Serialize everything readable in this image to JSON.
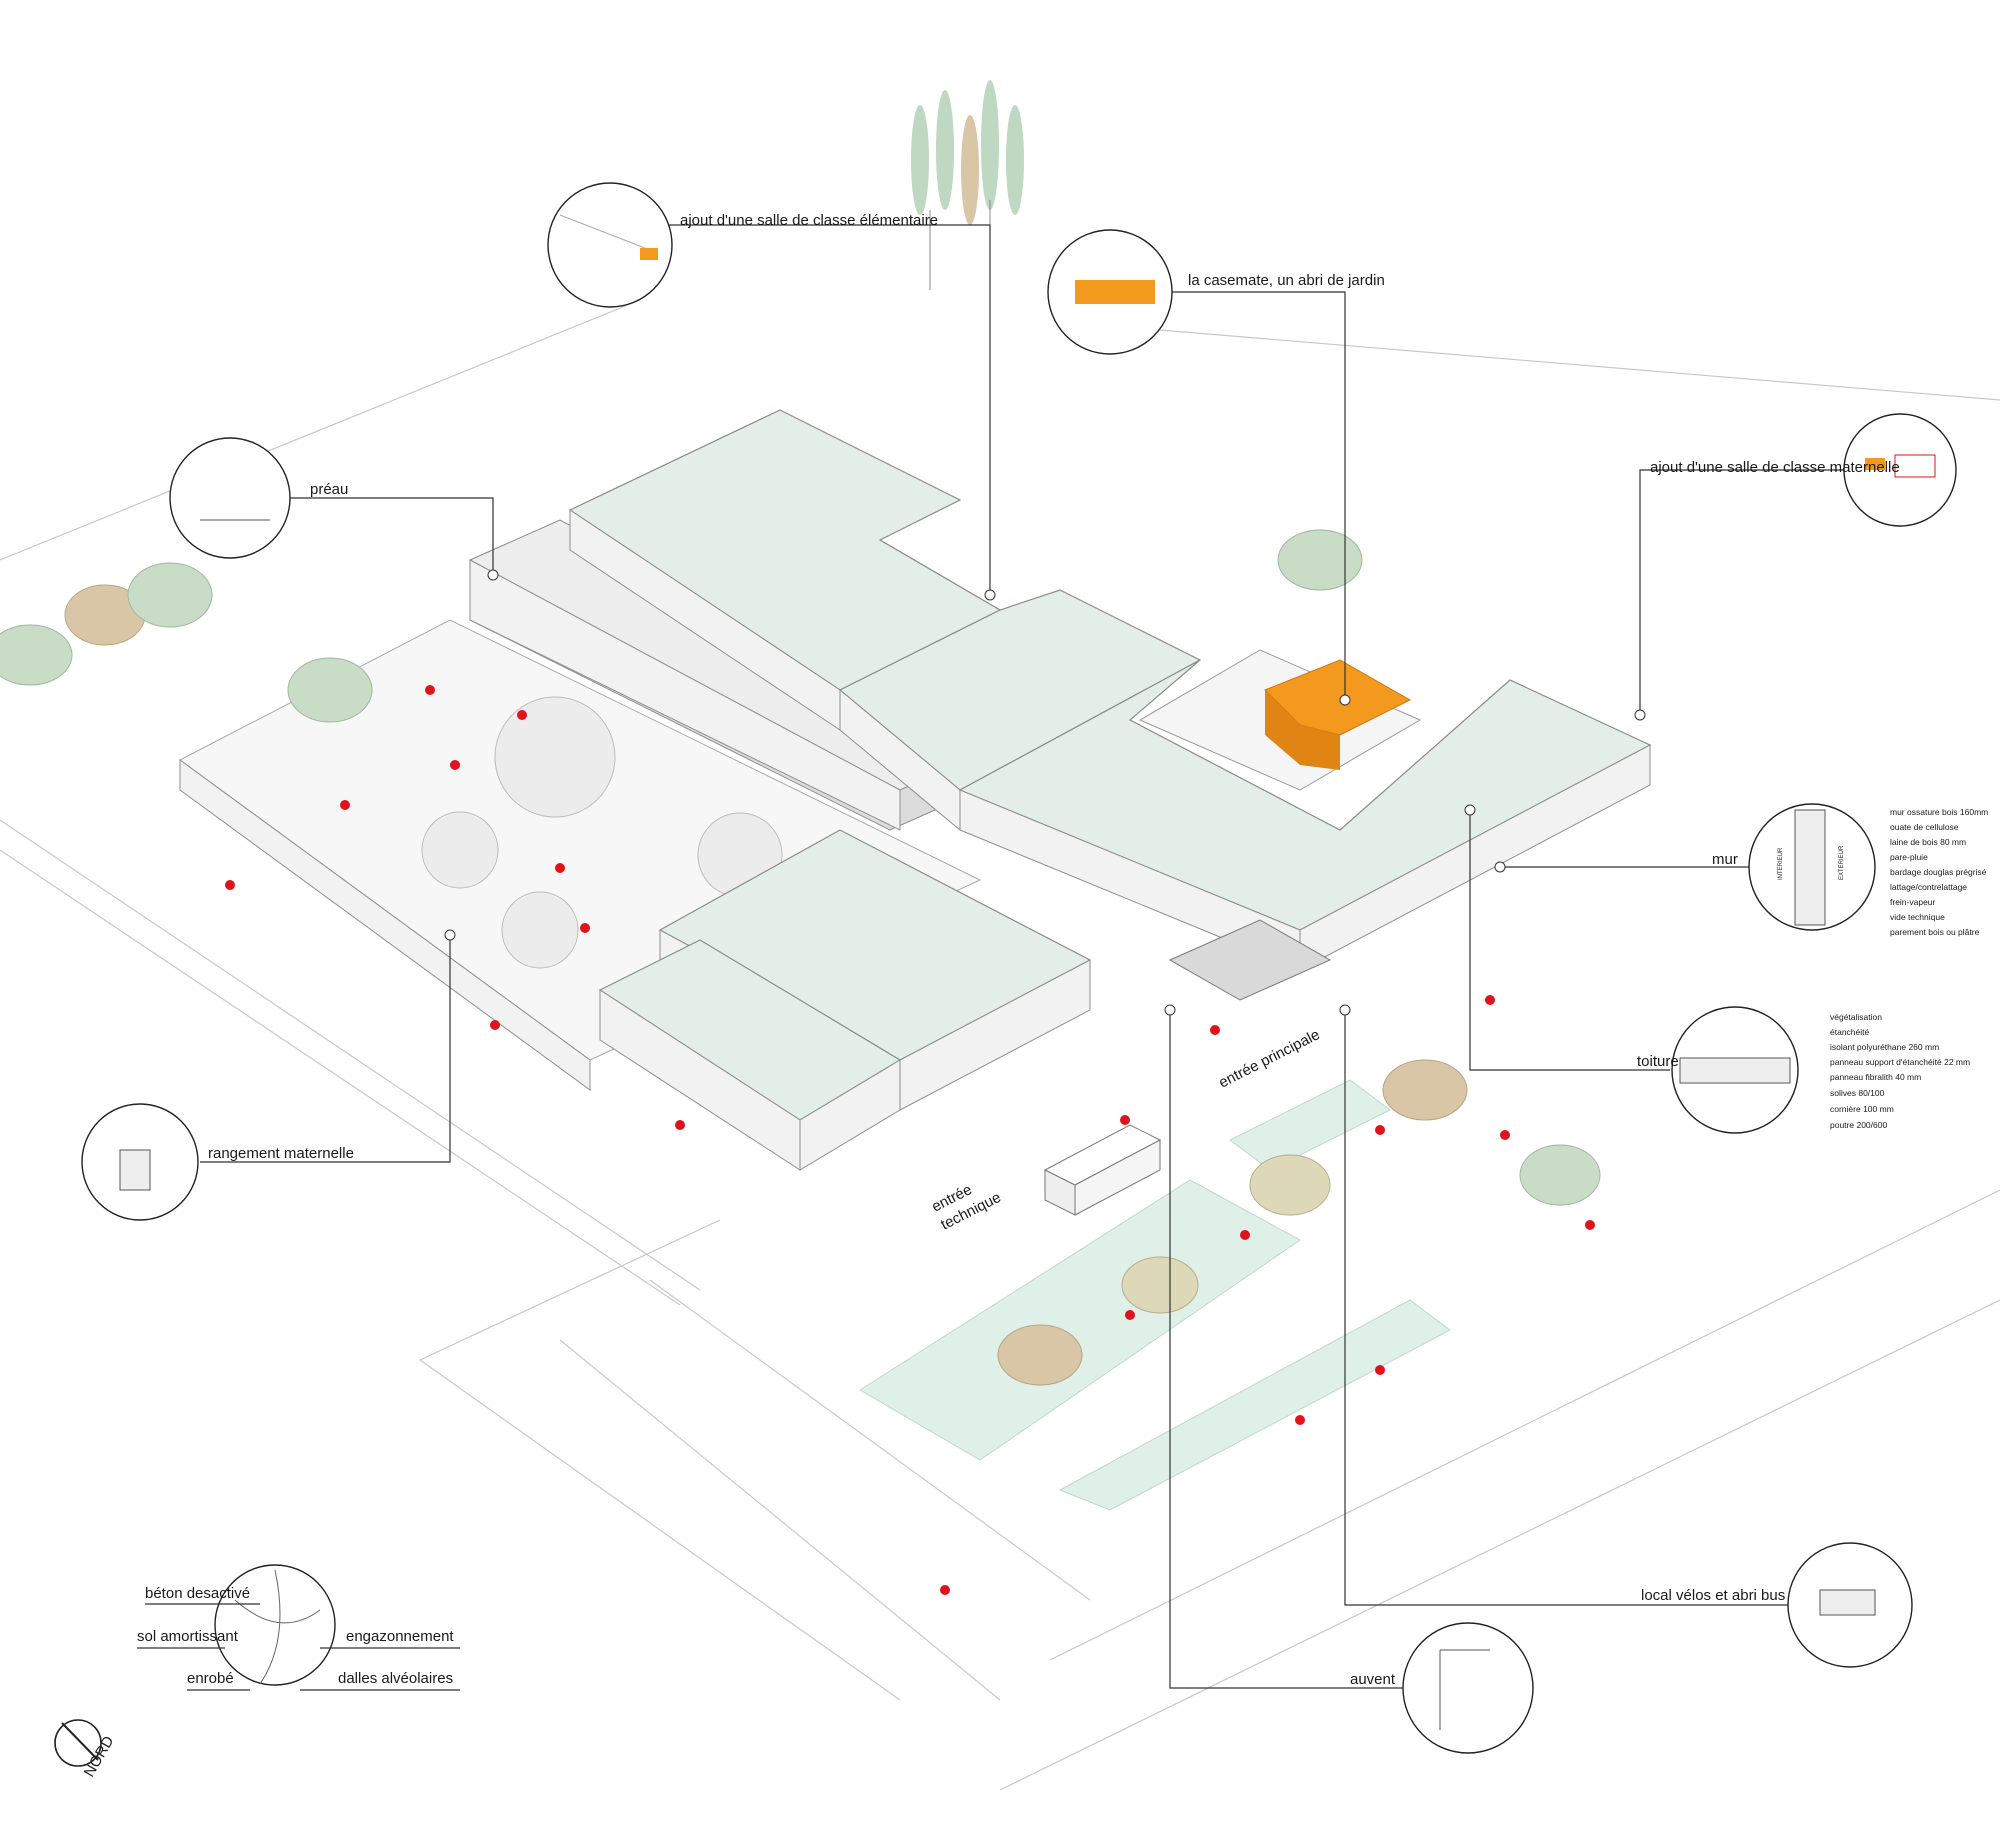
{
  "labels": {
    "classe_elementaire": "ajout d'une salle de classe élémentaire",
    "casemate": "la casemate, un abri de jardin",
    "classe_maternelle": "ajout d'une salle de classe maternelle",
    "preau": "préau",
    "mur": "mur",
    "toiture": "toiture",
    "rangement_maternelle": "rangement maternelle",
    "entree_technique_1": "entrée",
    "entree_technique_2": "technique",
    "entree_principale": "entrée principale",
    "local_velos": "local vélos et abri bus",
    "auvent": "auvent",
    "nord": "NORD"
  },
  "mur_layers": [
    "mur ossature bois 160mm",
    "ouate de cellulose",
    "laine de bois 80 mm",
    "pare-pluie",
    "bardage douglas prégrisé",
    "lattage/contrelattage",
    "frein-vapeur",
    "vide technique",
    "parement bois ou plâtre"
  ],
  "mur_sides": {
    "interior": "INTERIEUR",
    "exterior": "EXTERIEUR"
  },
  "toiture_layers": [
    "végétalisation",
    "étanchéité",
    "isolant polyuréthane 260 mm",
    "panneau support d'étanchéité 22 mm",
    "panneau fibralith 40 mm",
    "solives 80/100",
    "cornière 100 mm",
    "poutre 200/600"
  ],
  "legend": {
    "beton": "béton desactivé",
    "sol_amortissant": "sol amortissant",
    "enrobe": "enrobé",
    "engazonnement": "engazonnement",
    "dalles": "dalles alvéolaires"
  },
  "colors": {
    "roof": "#e4eee9",
    "accent_orange": "#f39a1e",
    "people_red": "#e0131c",
    "tree_green": "#bfd8c2",
    "tree_brown": "#d9c6a6"
  }
}
